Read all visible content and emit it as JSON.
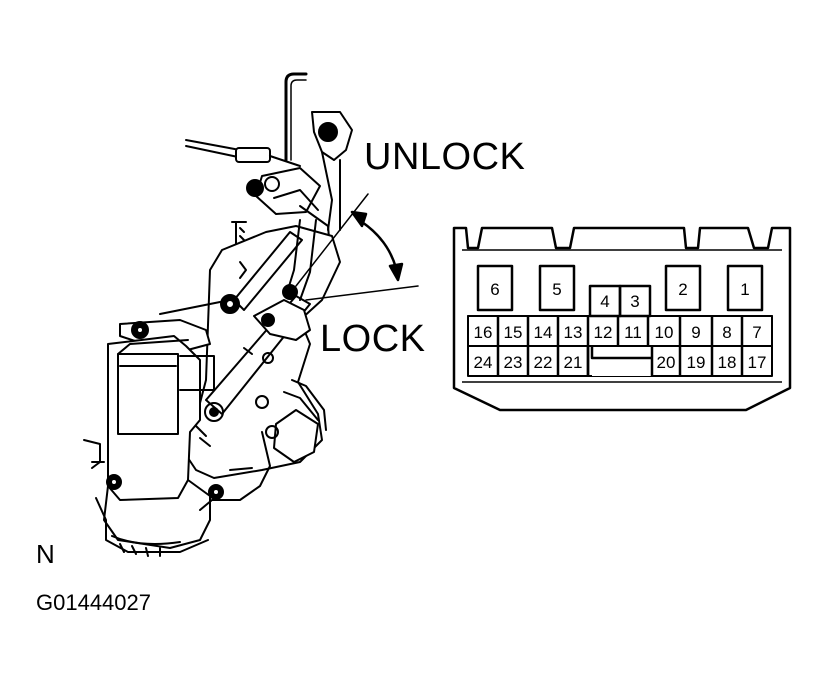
{
  "labels": {
    "unlock": "UNLOCK",
    "lock": "LOCK",
    "view": "N",
    "figure_code": "G01444027"
  },
  "connector": {
    "upper_pins": [
      "6",
      "5",
      "4",
      "3",
      "2",
      "1"
    ],
    "row_a": [
      "16",
      "15",
      "14",
      "13",
      "12",
      "11",
      "10",
      "9",
      "8",
      "7"
    ],
    "row_b_left": [
      "24",
      "23",
      "22",
      "21"
    ],
    "row_b_right": [
      "20",
      "19",
      "18",
      "17"
    ]
  },
  "colors": {
    "line": "#000000",
    "background": "#ffffff"
  },
  "icons": {
    "door-lock-motor": "mechanism-line-drawing",
    "rotation-arrow": "curved-double-arrow"
  }
}
